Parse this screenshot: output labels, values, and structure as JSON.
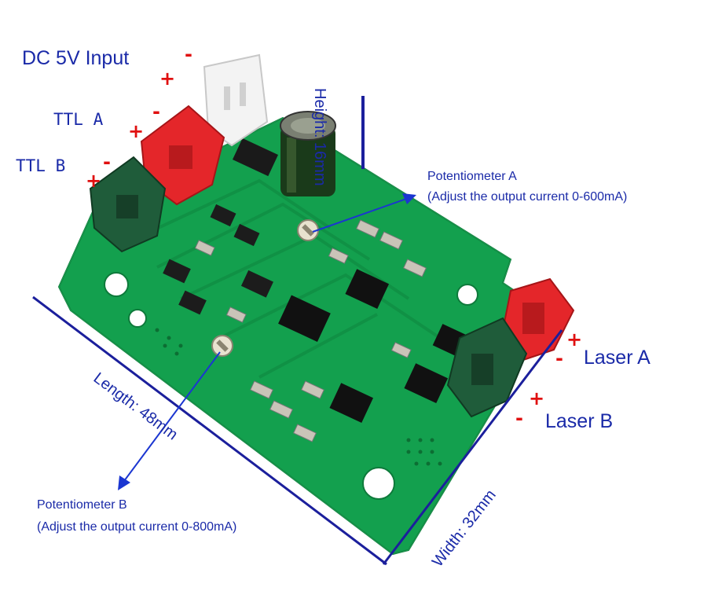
{
  "labels": {
    "dc_input": "DC 5V Input",
    "ttl_a": "TTL A",
    "ttl_b": "TTL B",
    "height": "Height: 16mm",
    "pot_a_title": "Potentiometer A",
    "pot_a_desc": "(Adjust the output current 0-600mA)",
    "laser_a": "Laser A",
    "laser_b": "Laser B",
    "length": "Length: 48mm",
    "width": "Width: 32mm",
    "pot_b_title": "Potentiometer B",
    "pot_b_desc": "(Adjust the output current 0-800mA)"
  },
  "polarity": {
    "plus": "+",
    "minus": "-"
  },
  "colors": {
    "label_blue": "#1a2aa8",
    "polarity_red": "#e01010",
    "pcb_green": "#13a04e",
    "connector_red": "#e4262a",
    "connector_dark_green": "#1f5c3a",
    "dimension_line": "#1b1f9c"
  }
}
